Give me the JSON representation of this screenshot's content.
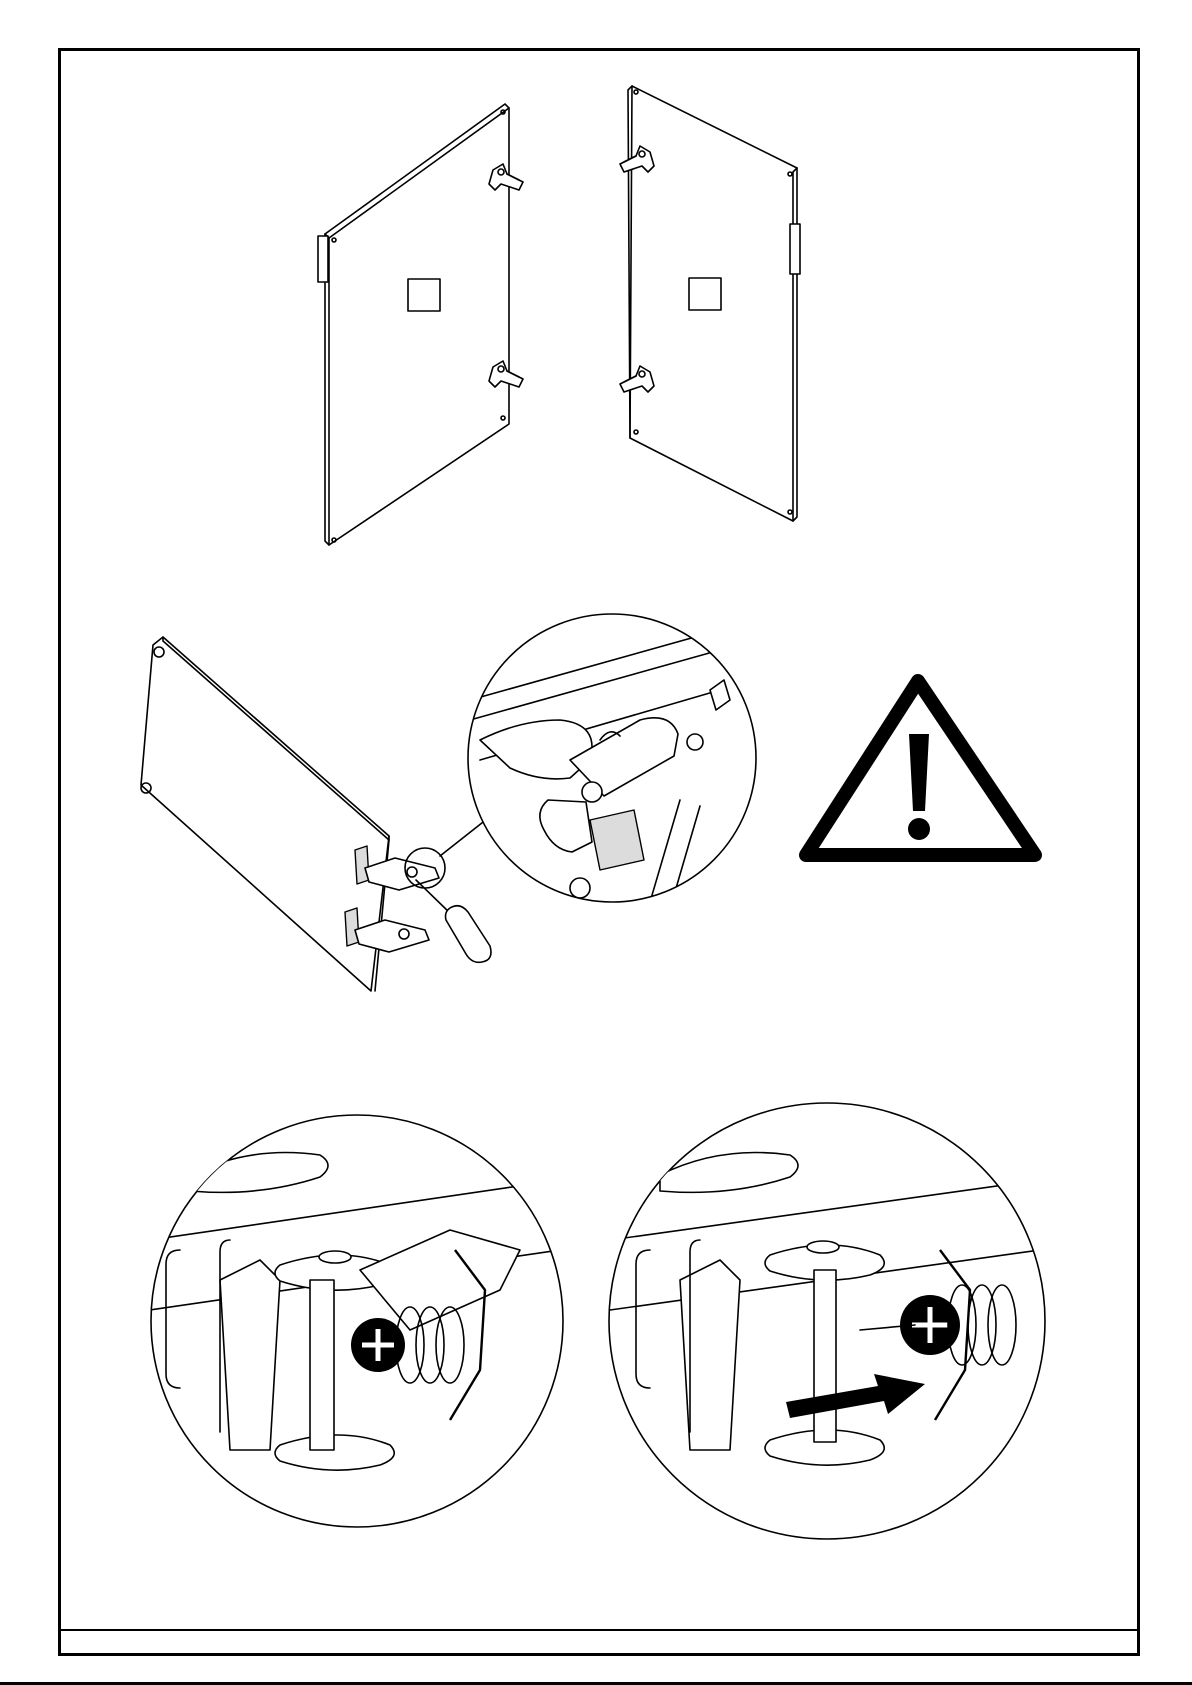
{
  "page": {
    "type": "assembly-instruction-sheet",
    "footer_text": ""
  },
  "steps": [
    {
      "id": "step-1",
      "illustration": "two-doors-with-hinges",
      "parts": [
        "left-door",
        "right-door",
        "hinge",
        "hinge",
        "hinge",
        "hinge"
      ]
    },
    {
      "id": "step-2",
      "illustration": "hinge-adjustment-with-screwdriver",
      "callout": "magnified-hinge-detail",
      "warning": "warning-triangle-icon"
    },
    {
      "id": "step-3",
      "illustration": "hinge-screw-detail",
      "panels": [
        "before-adjustment",
        "after-adjustment-with-arrow"
      ]
    }
  ],
  "colors": {
    "line": "#000000",
    "background": "#ffffff",
    "fill-gray": "#dcdcdc"
  }
}
